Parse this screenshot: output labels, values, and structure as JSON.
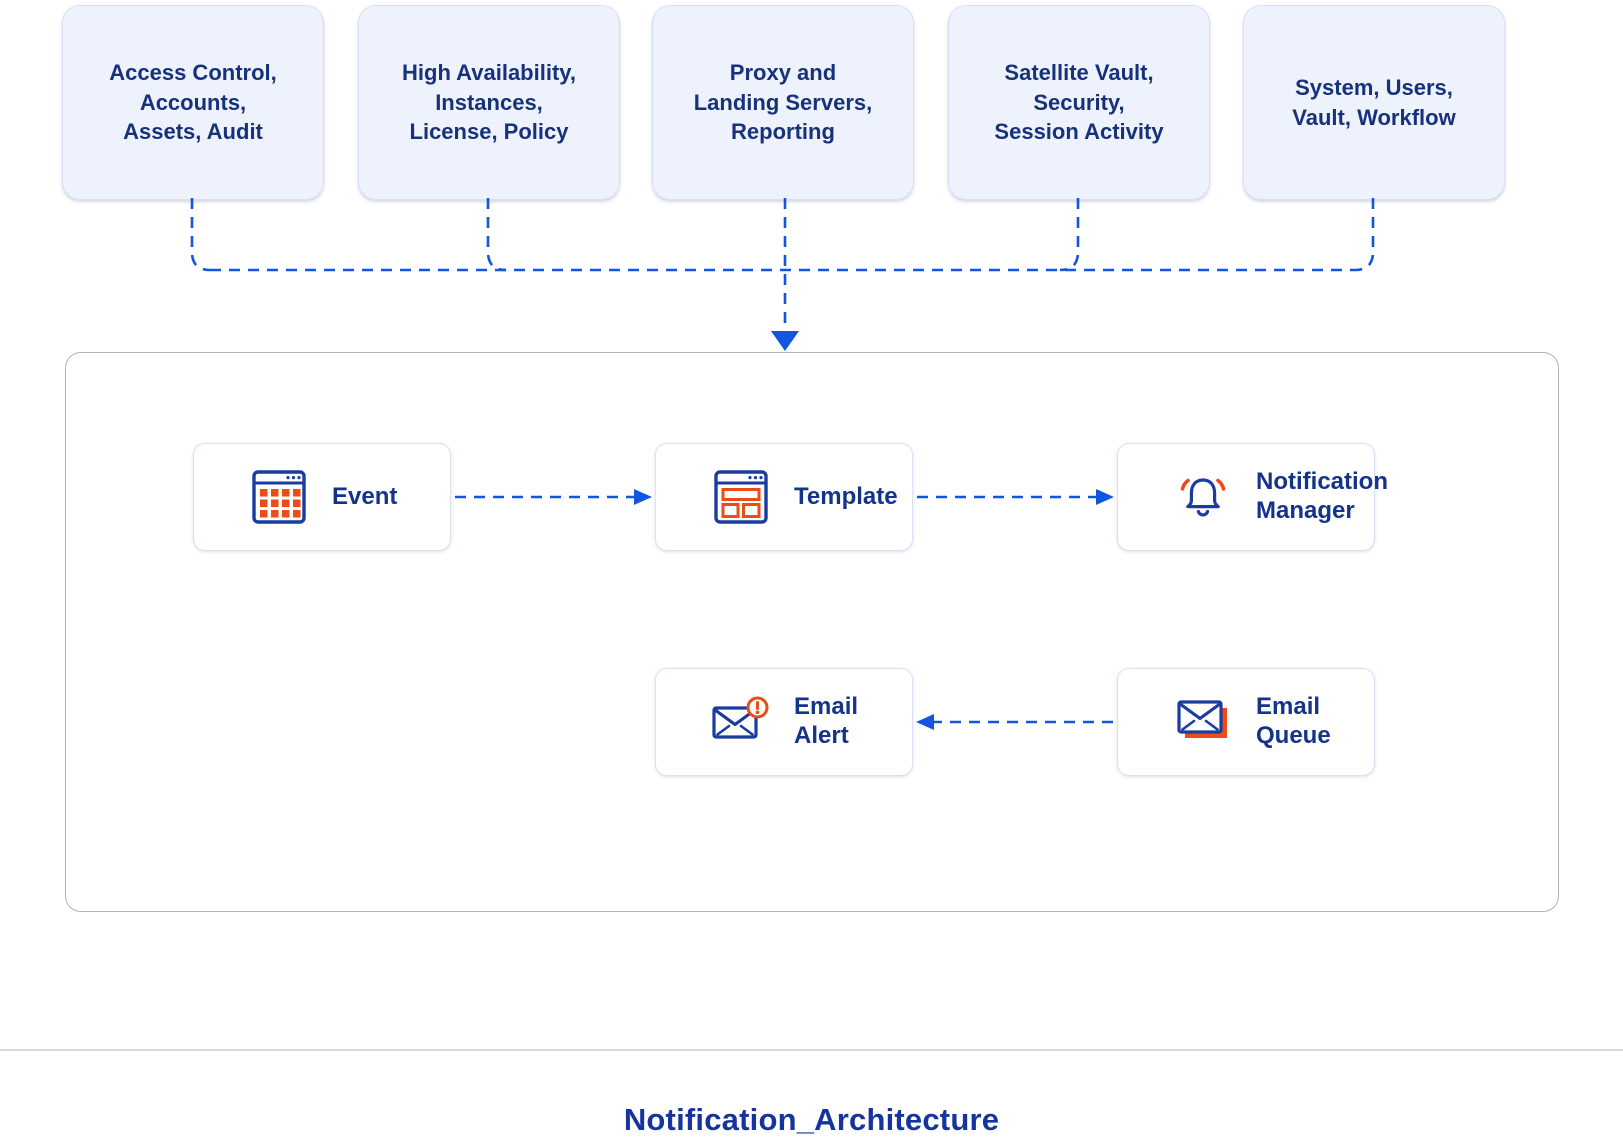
{
  "title": "Notification_Architecture",
  "top_boxes": [
    {
      "label": "Access Control,\nAccounts,\nAssets, Audit"
    },
    {
      "label": "High Availability,\nInstances,\nLicense, Policy"
    },
    {
      "label": "Proxy and\nLanding Servers,\nReporting"
    },
    {
      "label": "Satellite Vault,\nSecurity,\nSession Activity"
    },
    {
      "label": "System, Users,\nVault, Workflow"
    }
  ],
  "nodes": [
    {
      "id": "event",
      "label": "Event",
      "icon": "event-grid-icon"
    },
    {
      "id": "template",
      "label": "Template",
      "icon": "template-layout-icon"
    },
    {
      "id": "notification-manager",
      "label": "Notification\nManager",
      "icon": "notification-bell-icon"
    },
    {
      "id": "email-alert",
      "label": "Email\nAlert",
      "icon": "email-alert-icon"
    },
    {
      "id": "email-queue",
      "label": "Email\nQueue",
      "icon": "email-queue-icon"
    }
  ],
  "edges": [
    {
      "from": "top-modules",
      "to": "main-container",
      "style": "dashed-arrow"
    },
    {
      "from": "event",
      "to": "template",
      "style": "dashed-arrow"
    },
    {
      "from": "template",
      "to": "notification-manager",
      "style": "dashed-arrow"
    },
    {
      "from": "email-queue",
      "to": "email-alert",
      "style": "dashed-arrow"
    }
  ],
  "colors": {
    "connector_blue": "#1155e0",
    "module_text_navy": "#17327a",
    "node_label_navy": "#14338a",
    "icon_blue": "#1b3c9e",
    "icon_orange": "#ee4b17",
    "title_blue": "#16349f",
    "module_bg": "#eef2fc"
  }
}
